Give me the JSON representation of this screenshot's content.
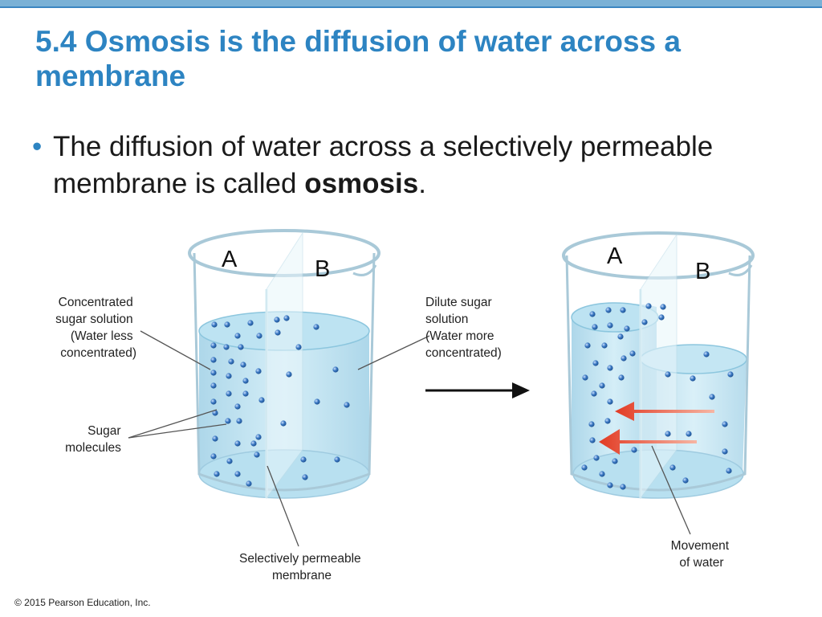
{
  "slide": {
    "title": "5.4 Osmosis is the diffusion of water across a membrane",
    "bullet": {
      "text_before": "The diffusion of water across a selectively permeable membrane is called ",
      "bold": "osmosis",
      "text_after": "."
    },
    "copyright": "© 2015 Pearson Education, Inc."
  },
  "figure": {
    "left_beaker": {
      "label_a": "A",
      "label_b": "B"
    },
    "right_beaker": {
      "label_a": "A",
      "label_b": "B"
    },
    "labels": {
      "concentrated": [
        "Concentrated",
        "sugar solution",
        "(Water less",
        "concentrated)"
      ],
      "dilute": [
        "Dilute sugar",
        "solution",
        "(Water more",
        "concentrated)"
      ],
      "sugar": [
        "Sugar",
        "molecules"
      ],
      "membrane": [
        "Selectively permeable",
        "membrane"
      ],
      "movement": [
        "Movement",
        "of water"
      ]
    }
  },
  "colors": {
    "title": "#2d84c2",
    "water": "#aed8ea",
    "molecule": "#3a78c2",
    "arrow": "#e23b24"
  }
}
